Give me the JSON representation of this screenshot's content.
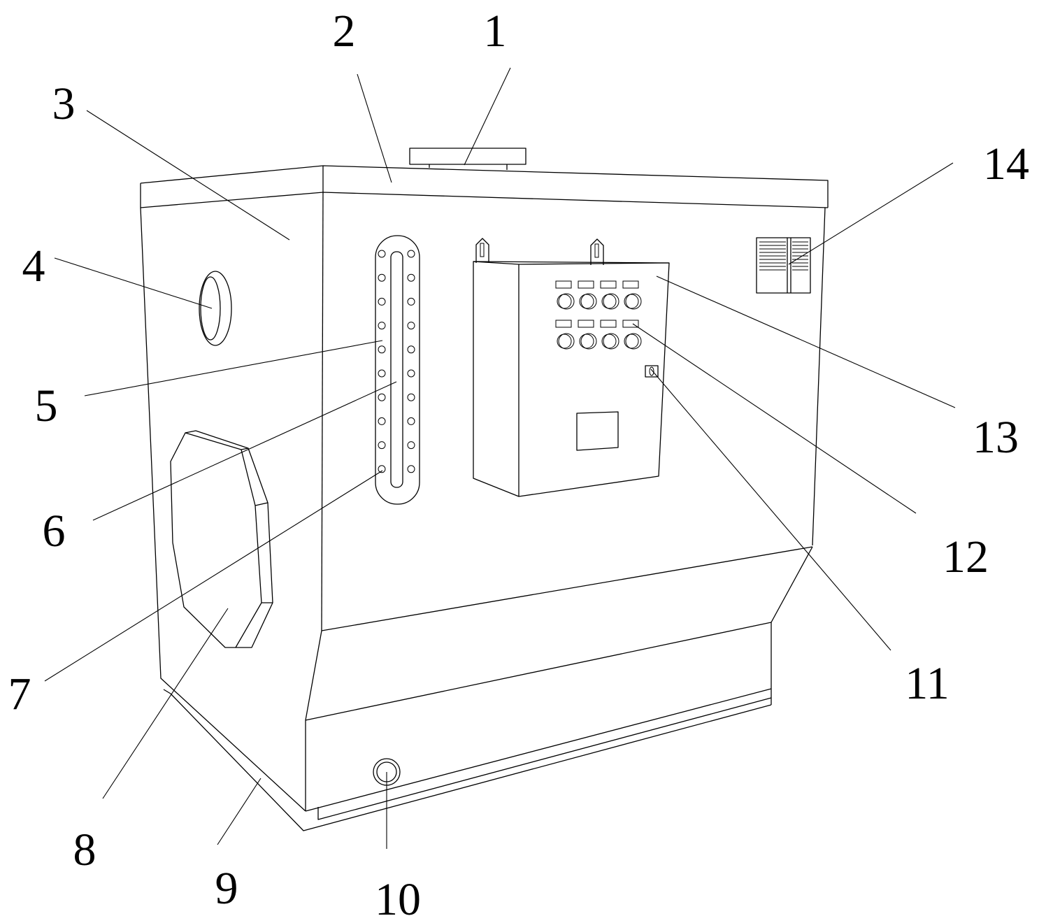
{
  "figure": {
    "background": "#ffffff",
    "stroke": "#000000",
    "callouts": [
      {
        "id": "1",
        "text": "1"
      },
      {
        "id": "2",
        "text": "2"
      },
      {
        "id": "3",
        "text": "3"
      },
      {
        "id": "4",
        "text": "4"
      },
      {
        "id": "5",
        "text": "5"
      },
      {
        "id": "6",
        "text": "6"
      },
      {
        "id": "7",
        "text": "7"
      },
      {
        "id": "8",
        "text": "8"
      },
      {
        "id": "9",
        "text": "9"
      },
      {
        "id": "10",
        "text": "10"
      },
      {
        "id": "11",
        "text": "11"
      },
      {
        "id": "12",
        "text": "12"
      },
      {
        "id": "13",
        "text": "13"
      },
      {
        "id": "14",
        "text": "14"
      }
    ]
  }
}
